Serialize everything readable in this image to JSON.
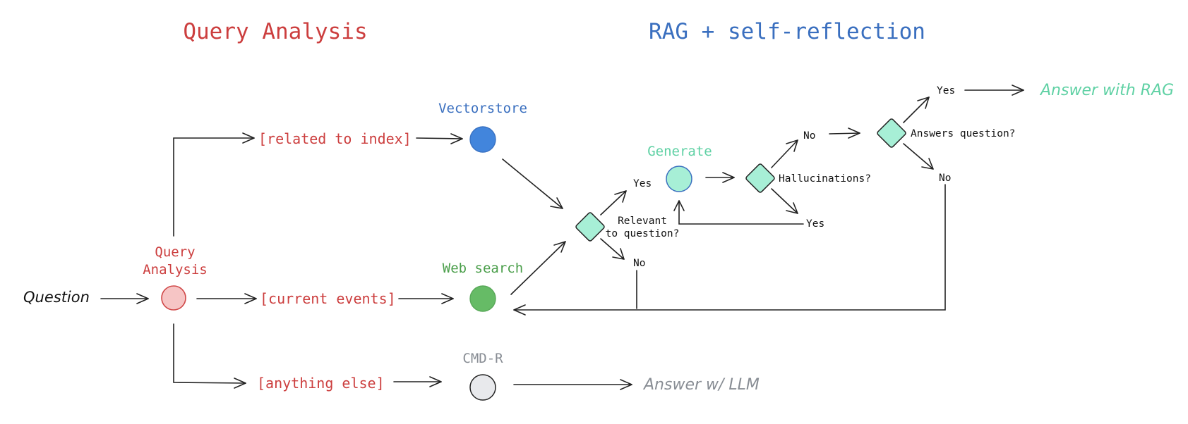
{
  "titles": {
    "query_analysis": "Query Analysis",
    "rag": "RAG + self-reflection"
  },
  "colors": {
    "red": "#cc3e3e",
    "blue": "#3a6fbf",
    "green": "#4a9e4a",
    "teal": "#5fd1a4",
    "gray": "#888d94",
    "node_blue": "#4285dc",
    "node_green": "#66bb66",
    "node_pink": "#f6c5c5",
    "node_teal": "#a7efd6",
    "node_gray": "#e8e9ec"
  },
  "nodes": {
    "question": "Question",
    "query_analysis": [
      "Query",
      "Analysis"
    ],
    "vectorstore": "Vectorstore",
    "web_search": "Web search",
    "cmd_r": "CMD-R",
    "generate": "Generate"
  },
  "routes": {
    "related": "[related to index]",
    "current": "[current events]",
    "anything": "[anything else]"
  },
  "decisions": {
    "relevant": [
      "Relevant",
      "to question?"
    ],
    "hallucinations": "Hallucinations?",
    "answers": "Answers question?"
  },
  "edge_labels": {
    "relevant_yes": "Yes",
    "relevant_no": "No",
    "halluc_no": "No",
    "halluc_yes": "Yes",
    "answers_yes": "Yes",
    "answers_no": "No"
  },
  "outputs": {
    "rag_answer": "Answer with RAG",
    "llm_answer": "Answer w/ LLM"
  }
}
